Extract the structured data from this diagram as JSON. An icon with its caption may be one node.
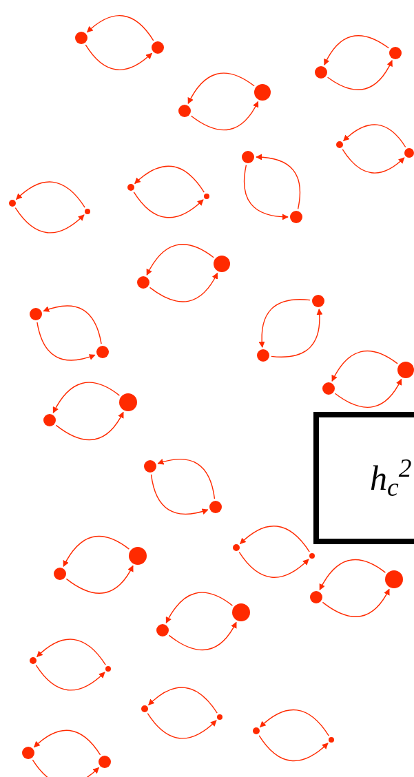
{
  "diagram": {
    "nodes": [
      {
        "text": [],
        "shape": "circle"
      },
      {
        "text": [],
        "shape": "circle"
      },
      {
        "text": [],
        "shape": "circle"
      },
      {
        "text": [],
        "shape": "circle"
      },
      {
        "text": [],
        "shape": "circle"
      },
      {
        "text": [],
        "shape": "circle"
      },
      {
        "text": [],
        "shape": "circle"
      },
      {
        "text": [],
        "shape": "circle"
      },
      {
        "text": [],
        "shape": "circle"
      },
      {
        "text": [],
        "shape": "circle"
      },
      {
        "text": [],
        "shape": "circle"
      },
      {
        "text": [],
        "shape": "circle"
      },
      {
        "text": [],
        "shape": "circle"
      },
      {
        "text": [],
        "shape": "circle"
      },
      {
        "text": [],
        "shape": "circle"
      },
      {
        "text": [],
        "shape": "circle"
      },
      {
        "text": [],
        "shape": "circle"
      },
      {
        "text": [],
        "shape": "circle"
      },
      {
        "text": [],
        "shape": "circle"
      },
      {
        "text": [],
        "shape": "circle"
      },
      {
        "text": [],
        "shape": "circle"
      },
      {
        "text": [],
        "shape": "circle"
      },
      {
        "text": [],
        "shape": "circle"
      },
      {
        "text": [],
        "shape": "circle"
      },
      {
        "text": [],
        "shape": "circle"
      },
      {
        "text": [],
        "shape": "circle"
      },
      {
        "text": [],
        "shape": "circle"
      },
      {
        "text": [],
        "shape": "circle"
      },
      {
        "text": [],
        "shape": "circle"
      },
      {
        "text": [],
        "shape": "circle"
      },
      {
        "text": [],
        "shape": "circle"
      },
      {
        "text": [],
        "shape": "circle"
      },
      {
        "text": [],
        "shape": "circle"
      },
      {
        "text": [],
        "shape": "circle"
      },
      {
        "text": [],
        "shape": "circle"
      },
      {
        "text": [],
        "shape": "circle"
      },
      {
        "text": [],
        "shape": "circle"
      },
      {
        "text": [],
        "shape": "circle"
      },
      {
        "text": [],
        "shape": "circle"
      },
      {
        "text": [],
        "shape": "circle"
      },
      {
        "text": [],
        "shape": "circle"
      },
      {
        "text": [],
        "shape": "circle"
      },
      {
        "text": [
          "h$_{c}$$^{2}$"
        ]
      }
    ],
    "edges": [
      {
        "from": 1,
        "to": 0,
        "arrow": "to"
      },
      {
        "from": 0,
        "to": 1,
        "arrow": "to"
      },
      {
        "from": 3,
        "to": 2,
        "arrow": "to"
      },
      {
        "from": 2,
        "to": 3,
        "arrow": "to"
      },
      {
        "from": 5,
        "to": 4,
        "arrow": "to"
      },
      {
        "from": 4,
        "to": 5,
        "arrow": "to"
      },
      {
        "from": 7,
        "to": 6,
        "arrow": "to"
      },
      {
        "from": 6,
        "to": 7,
        "arrow": "to"
      },
      {
        "from": 9,
        "to": 8,
        "arrow": "to"
      },
      {
        "from": 8,
        "to": 9,
        "arrow": "to"
      },
      {
        "from": 11,
        "to": 10,
        "arrow": "to"
      },
      {
        "from": 10,
        "to": 11,
        "arrow": "to"
      },
      {
        "from": 13,
        "to": 12,
        "arrow": "to"
      },
      {
        "from": 12,
        "to": 13,
        "arrow": "to"
      },
      {
        "from": 15,
        "to": 14,
        "arrow": "to"
      },
      {
        "from": 14,
        "to": 15,
        "arrow": "to"
      },
      {
        "from": 17,
        "to": 16,
        "arrow": "to"
      },
      {
        "from": 16,
        "to": 17,
        "arrow": "to"
      },
      {
        "from": 19,
        "to": 18,
        "arrow": "to"
      },
      {
        "from": 18,
        "to": 19,
        "arrow": "to"
      },
      {
        "from": 21,
        "to": 20,
        "arrow": "to"
      },
      {
        "from": 20,
        "to": 21,
        "arrow": "to"
      },
      {
        "from": 23,
        "to": 22,
        "arrow": "to"
      },
      {
        "from": 22,
        "to": 23,
        "arrow": "to"
      },
      {
        "from": 25,
        "to": 24,
        "arrow": "to"
      },
      {
        "from": 24,
        "to": 25,
        "arrow": "to"
      },
      {
        "from": 27,
        "to": 26,
        "arrow": "to"
      },
      {
        "from": 26,
        "to": 27,
        "arrow": "to"
      },
      {
        "from": 29,
        "to": 28,
        "arrow": "to"
      },
      {
        "from": 28,
        "to": 29,
        "arrow": "to"
      },
      {
        "from": 31,
        "to": 30,
        "arrow": "to"
      },
      {
        "from": 30,
        "to": 31,
        "arrow": "to"
      },
      {
        "from": 33,
        "to": 32,
        "arrow": "to"
      },
      {
        "from": 32,
        "to": 33,
        "arrow": "to"
      },
      {
        "from": 35,
        "to": 34,
        "arrow": "to"
      },
      {
        "from": 34,
        "to": 35,
        "arrow": "to"
      },
      {
        "from": 37,
        "to": 36,
        "arrow": "to"
      },
      {
        "from": 36,
        "to": 37,
        "arrow": "to"
      },
      {
        "from": 39,
        "to": 38,
        "arrow": "to"
      },
      {
        "from": 38,
        "to": 39,
        "arrow": "to"
      },
      {
        "from": 41,
        "to": 40,
        "arrow": "to"
      },
      {
        "from": 40,
        "to": 41,
        "arrow": "to"
      }
    ]
  }
}
